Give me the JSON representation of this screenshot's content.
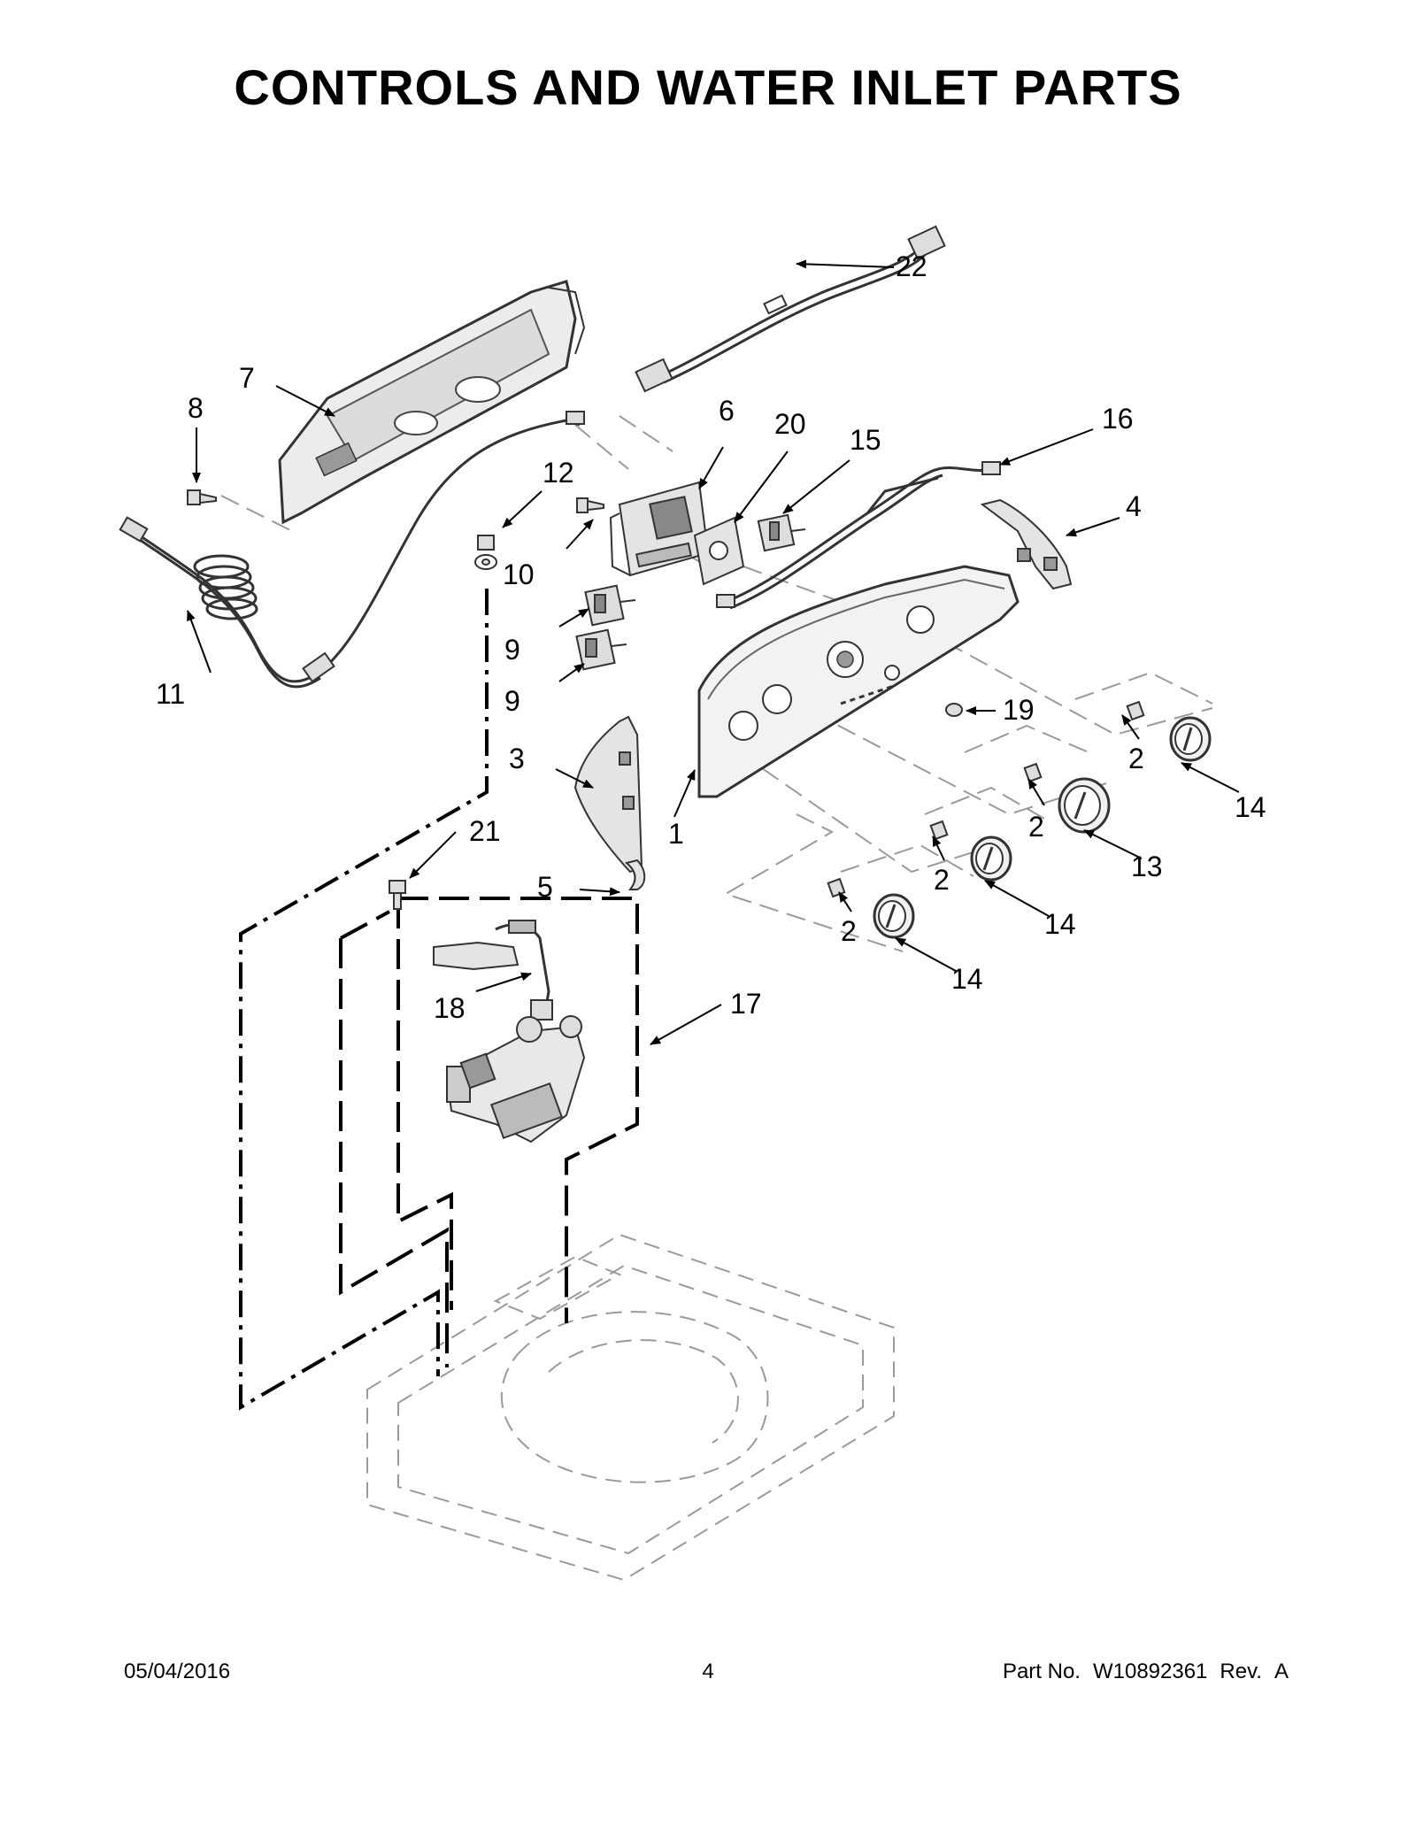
{
  "page": {
    "title": "CONTROLS AND WATER INLET PARTS"
  },
  "callouts": [
    "1",
    "2",
    "2",
    "2",
    "2",
    "3",
    "4",
    "5",
    "6",
    "7",
    "8",
    "9",
    "9",
    "10",
    "11",
    "12",
    "13",
    "14",
    "14",
    "14",
    "15",
    "16",
    "17",
    "18",
    "19",
    "20",
    "21",
    "22"
  ],
  "footer": {
    "date": "05/04/2016",
    "page_number": "4",
    "part_label": "Part No.",
    "part_number": "W10892361",
    "rev_label": "Rev.",
    "rev_value": "A"
  },
  "colors": {
    "line": "#000000",
    "part_outline": "#333333",
    "part_fill": "#e8e8e8",
    "ghost": "#9a9a9a"
  }
}
